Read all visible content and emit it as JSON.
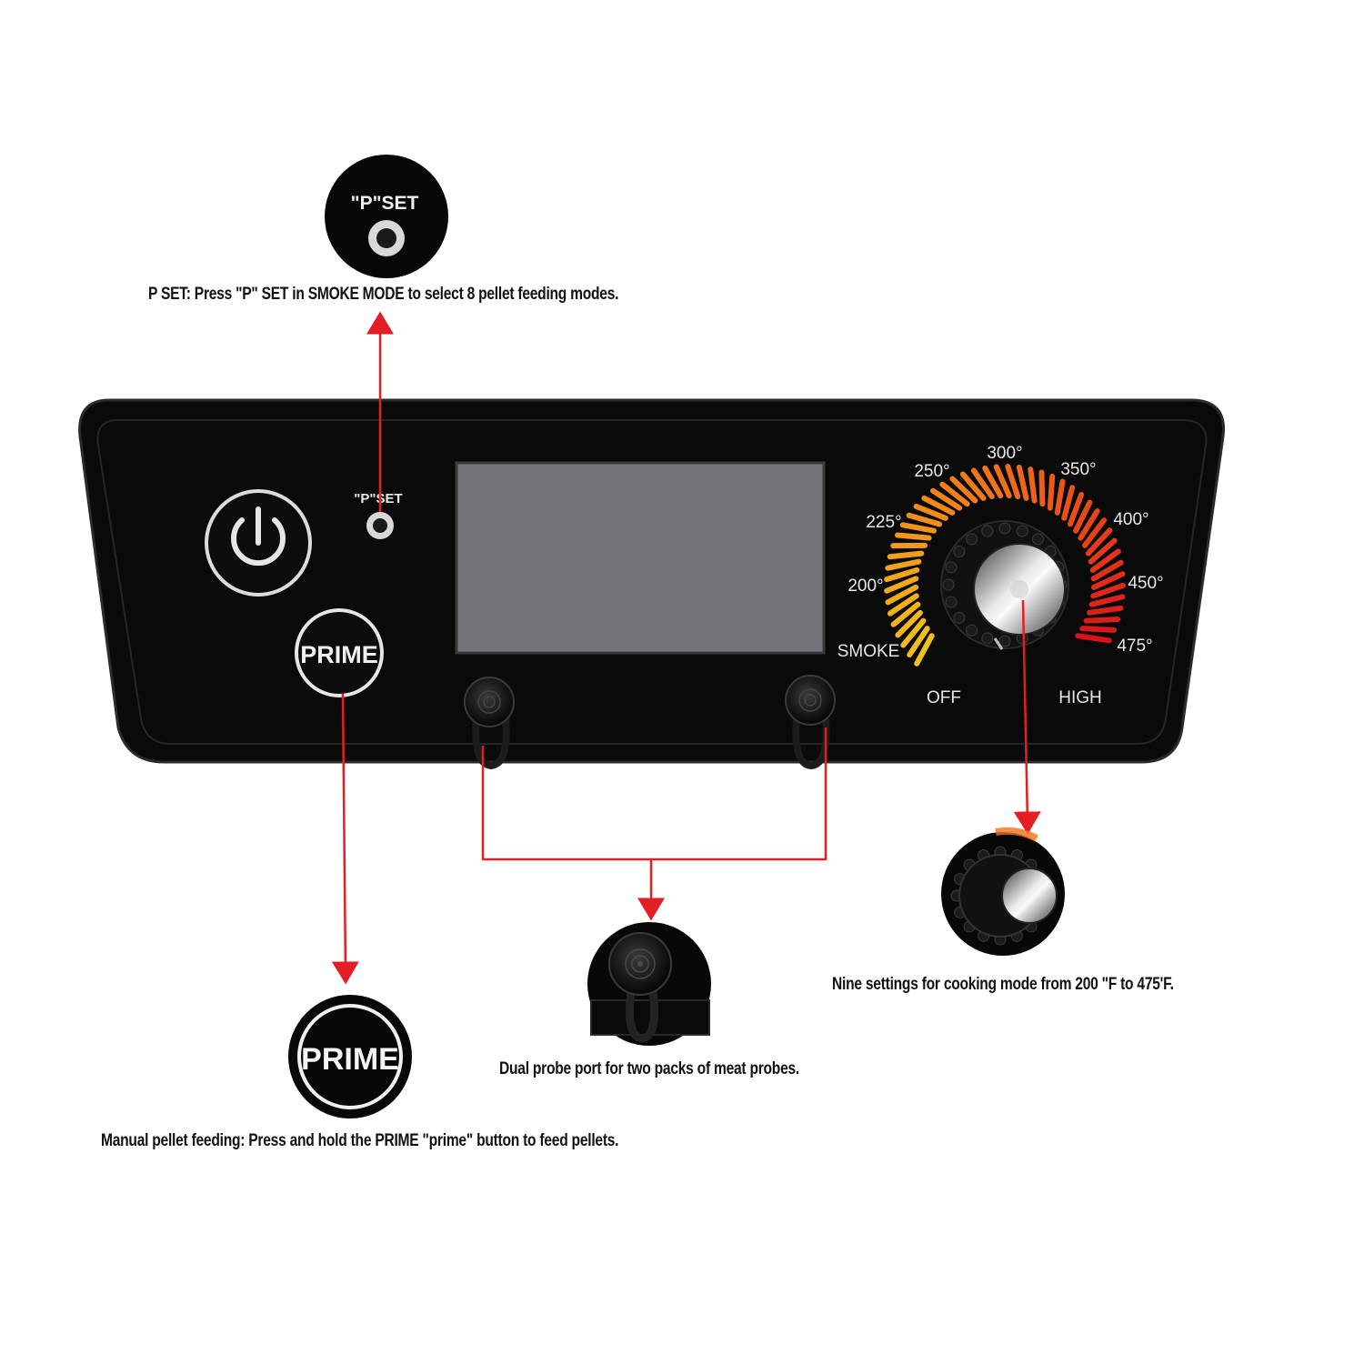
{
  "callouts": {
    "pset": "P SET: Press \"P\" SET in SMOKE MODE to select 8 pellet feeding modes.",
    "dial": "Nine settings for cooking mode from 200 \"F to 475'F.",
    "probe": "Dual probe port for two packs of meat probes.",
    "prime": "Manual pellet feeding: Press and hold the PRIME \"prime\" button to feed pellets."
  },
  "panel": {
    "pset_label": "\"P\"SET",
    "prime_label": "PRIME",
    "display_color": "#75747a",
    "panel_color": "#0a0a0a"
  },
  "dial": {
    "temps": [
      "200°",
      "225°",
      "250°",
      "300°",
      "350°",
      "400°",
      "450°",
      "475°"
    ],
    "smoke_label": "SMOKE",
    "off_label": "OFF",
    "high_label": "HIGH"
  },
  "zoom": {
    "pset_label": "\"P\"SET",
    "prime_label": "PRIME"
  },
  "colors": {
    "arrow": "#e31e24",
    "gauge_low": "#f2c21b",
    "gauge_mid": "#f0701a",
    "gauge_high": "#d8141a"
  }
}
